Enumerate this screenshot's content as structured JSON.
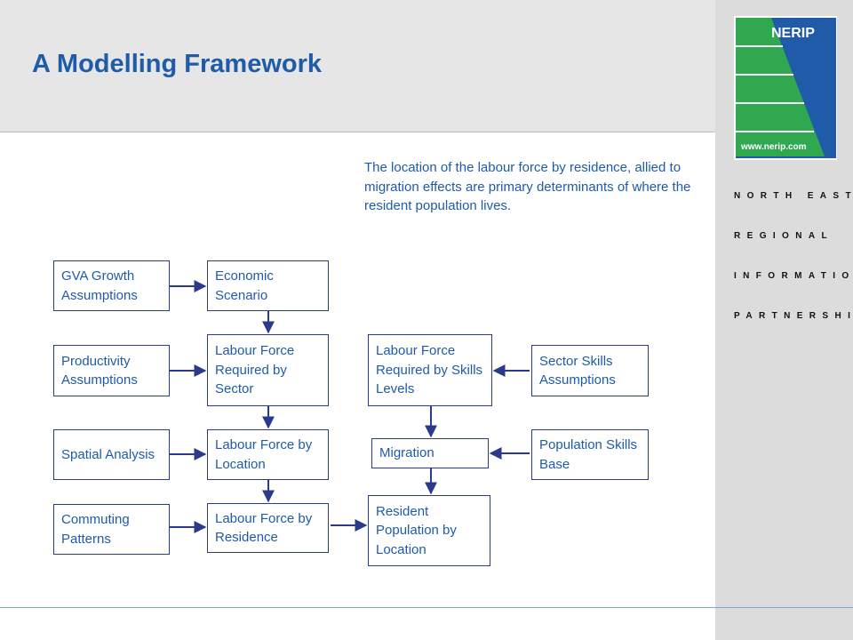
{
  "header": {
    "title": "A Modelling Framework"
  },
  "logo": {
    "name": "NERIP",
    "url": "www.nerip.com",
    "caption_lines": [
      "NORTH EAST",
      "REGIONAL",
      "INFORMATION",
      "PARTNERSHIP"
    ]
  },
  "note": "The location of the labour force by residence, allied to migration effects are primary determinants of where the resident population lives.",
  "boxes": {
    "gva_growth": "GVA Growth Assumptions",
    "economic_scenario": "Economic Scenario",
    "productivity": "Productivity Assumptions",
    "lf_sector": "Labour Force Required by Sector",
    "lf_skills": "Labour Force Required by Skills Levels",
    "sector_skills": "Sector Skills Assumptions",
    "spatial": "Spatial Analysis",
    "lf_location": "Labour Force by Location",
    "migration": "Migration",
    "pop_skills": "Population Skills Base",
    "commuting": "Commuting Patterns",
    "lf_residence": "Labour Force by Residence",
    "resident_pop": "Resident Population by Location"
  },
  "colors": {
    "text": "#1f5ba8",
    "border": "#2c3a8c",
    "logo_blue": "#1f5ba8",
    "logo_green": "#2fa84f"
  }
}
